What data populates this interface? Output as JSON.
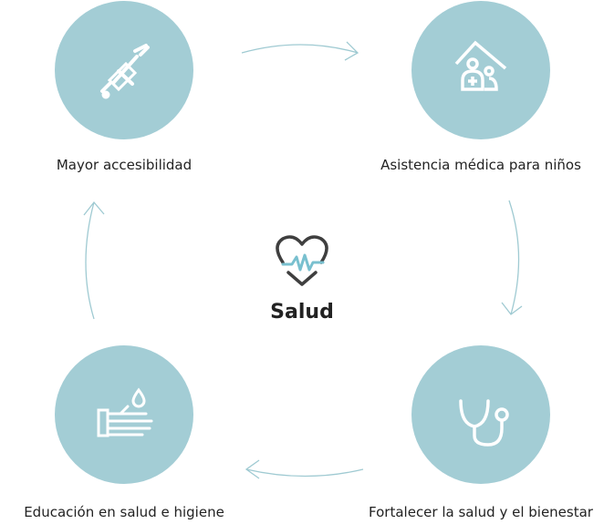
{
  "title": "Salud",
  "steps": [
    {
      "label": "Mayor accesibilidad",
      "icon": "syringe-icon"
    },
    {
      "label": "Asistencia médica para niños",
      "icon": "clinic-house-icon"
    },
    {
      "label": "Fortalecer la salud y el bienestar",
      "icon": "stethoscope-icon"
    },
    {
      "label": "Educación en salud e higiene",
      "icon": "handwash-icon"
    }
  ],
  "colors": {
    "circle": "#a3cdd5",
    "arrow": "#9fcad2",
    "heart": "#3f3f3f",
    "pulse": "#79c0cf"
  }
}
